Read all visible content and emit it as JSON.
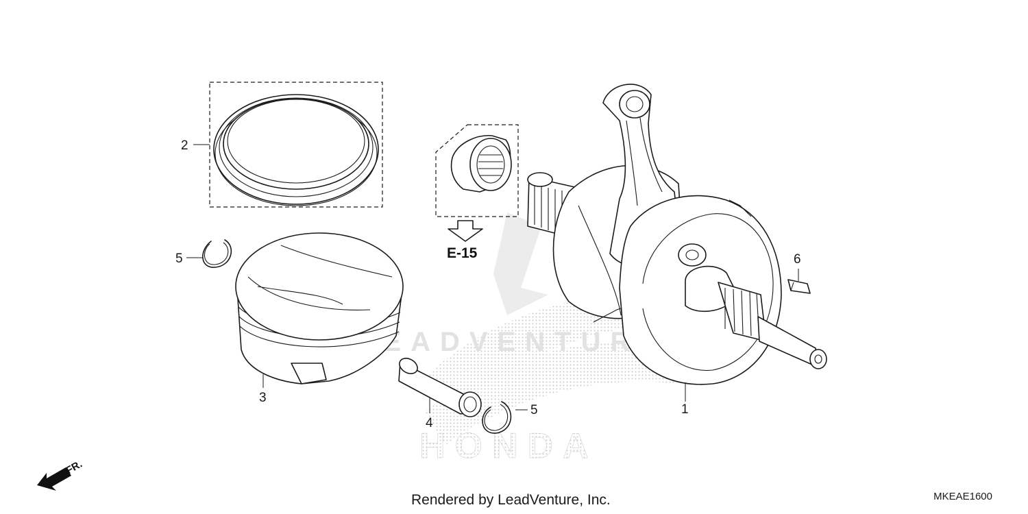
{
  "callouts": {
    "c1": "1",
    "c2": "2",
    "c3": "3",
    "c4": "4",
    "c5a": "5",
    "c5b": "5",
    "c6": "6"
  },
  "reference": {
    "label": "E-15"
  },
  "direction": {
    "label": "FR."
  },
  "watermarks": {
    "brand_name": "LEADVENTURE",
    "maker_name": "HONDA"
  },
  "footer": {
    "credit": "Rendered by LeadVenture, Inc.",
    "diagram_code": "MKEAE1600"
  },
  "colors": {
    "line": "#1a1a1a",
    "background": "#ffffff",
    "watermark": "#d4d4d4"
  }
}
